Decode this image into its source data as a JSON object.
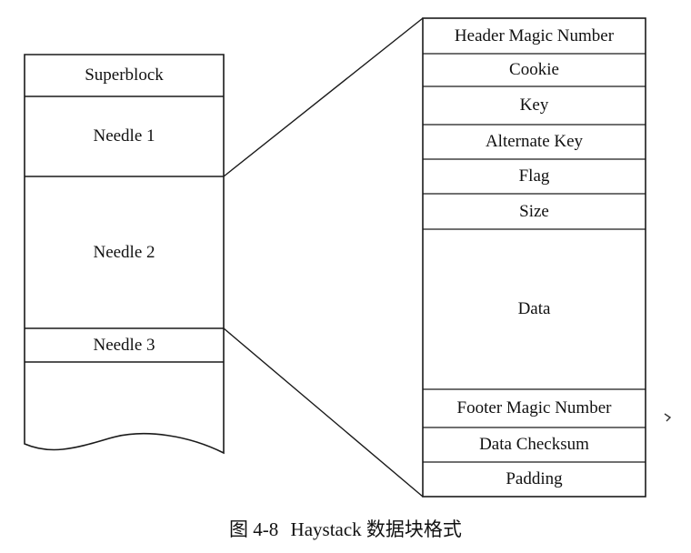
{
  "left_column": {
    "superblock": "Superblock",
    "needle1": "Needle 1",
    "needle2": "Needle 2",
    "needle3": "Needle 3"
  },
  "right_column": {
    "fields": [
      "Header Magic Number",
      "Cookie",
      "Key",
      "Alternate Key",
      "Flag",
      "Size",
      "Data",
      "Footer Magic Number",
      "Data Checksum",
      "Padding"
    ]
  },
  "caption": {
    "figure_number": "图 4-8",
    "title": "Haystack 数据块格式"
  },
  "colors": {
    "line": "#1a1a1a",
    "background": "#ffffff"
  }
}
